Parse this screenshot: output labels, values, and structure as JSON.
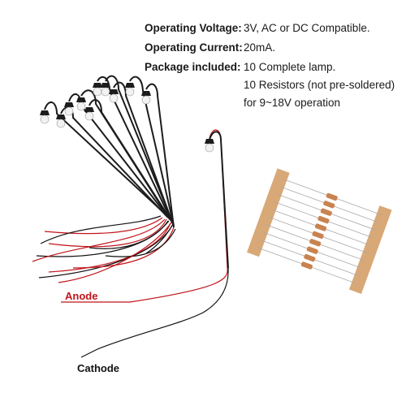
{
  "specs": {
    "voltage": {
      "label": "Operating Voltage:",
      "value": "3V, AC or DC Compatible."
    },
    "current": {
      "label": "Operating Current:",
      "value": "20mA."
    },
    "package": {
      "label": "Package included:",
      "value": "10 Complete lamp.",
      "line2": "10 Resistors (not pre-soldered)",
      "line3": "for 9~18V operation"
    }
  },
  "wires": {
    "anode_label": "Anode",
    "cathode_label": "Cathode",
    "anode_color": "#c0151b",
    "cathode_color": "#111111"
  },
  "colors": {
    "text": "#1a1a1a",
    "lamp_post": "#1c1c1c",
    "lamp_globe": "#f2f2f2",
    "resistor_tape": "#d9a877",
    "resistor_body": "#c9834f"
  }
}
